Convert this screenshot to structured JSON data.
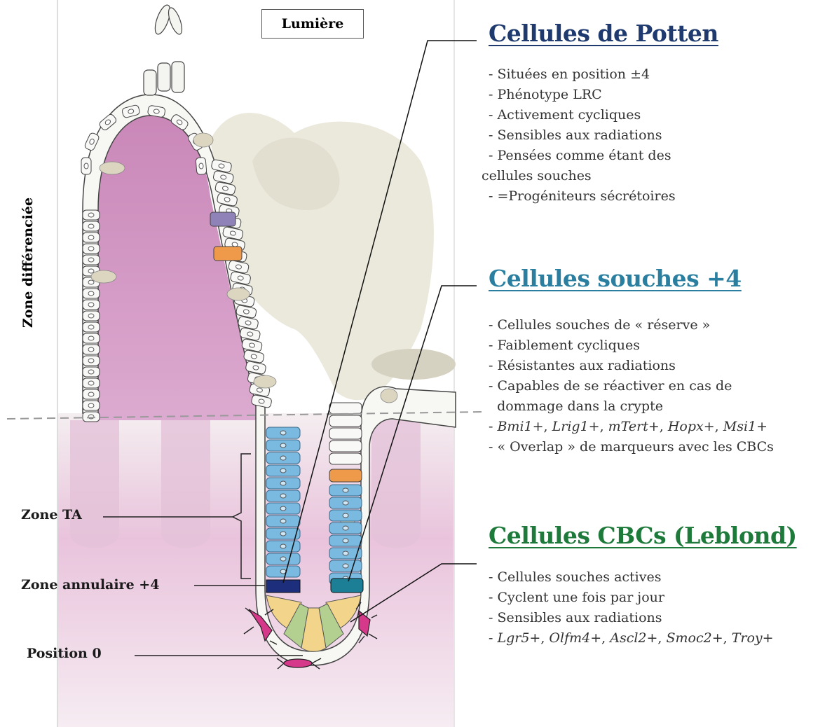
{
  "lumiere": "Lumière",
  "zone_differenciee": "Zone différenciée",
  "labels": {
    "zone_ta": "Zone TA",
    "zone_annulaire": "Zone annulaire +4",
    "position_0": "Position 0"
  },
  "colors": {
    "potten_title": "#1f3a6e",
    "plus4_title": "#2a7fa0",
    "cbc_title": "#1e7a3a",
    "mucosa_pink": "#c98bb4",
    "villus_bg": "#ece8dd",
    "ta_cell_blue": "#6aaed8",
    "plus4_ring": "#1c2e7c",
    "cbc_cell": "#f2d58a",
    "paneth_green": "#a9c98a",
    "fibroblast": "#d6398a"
  },
  "potten": {
    "title": "Cellules de Potten",
    "items": [
      "- Situées en position ±4",
      "- Phénotype LRC",
      "- Activement cycliques",
      "- Sensibles aux radiations",
      "- Pensées comme étant des",
      "cellules souches",
      "- =Progéniteurs sécrétoires"
    ]
  },
  "plus4": {
    "title": "Cellules souches +4",
    "items": [
      "- Cellules souches de « réserve »",
      "- Faiblement cycliques",
      "- Résistantes aux radiations",
      "- Capables de se réactiver en cas de",
      "  dommage dans la crypte"
    ],
    "markers": {
      "dash": "- ",
      "m1": "Bmi1",
      "s1": "+, ",
      "m2": "Lrig1",
      "s2": "+, ",
      "m3": "mTert",
      "s3": "+, ",
      "m4": "Hopx",
      "s4": "+, ",
      "m5": "Msi1",
      "s5": "+"
    },
    "overlap": "- « Overlap » de marqueurs avec les CBCs"
  },
  "cbc": {
    "title": "Cellules CBCs (Leblond)",
    "items": [
      "- Cellules souches actives",
      "- Cyclent une fois par jour",
      "- Sensibles aux radiations"
    ],
    "markers": {
      "dash": "- ",
      "m1": "Lgr5",
      "s1": "+, ",
      "m2": "Olfm4",
      "s2": "+, ",
      "m3": "Ascl2",
      "s3": "+, ",
      "m4": "Smoc2",
      "s4": "+, ",
      "m5": "Troy",
      "s5": "+"
    }
  }
}
